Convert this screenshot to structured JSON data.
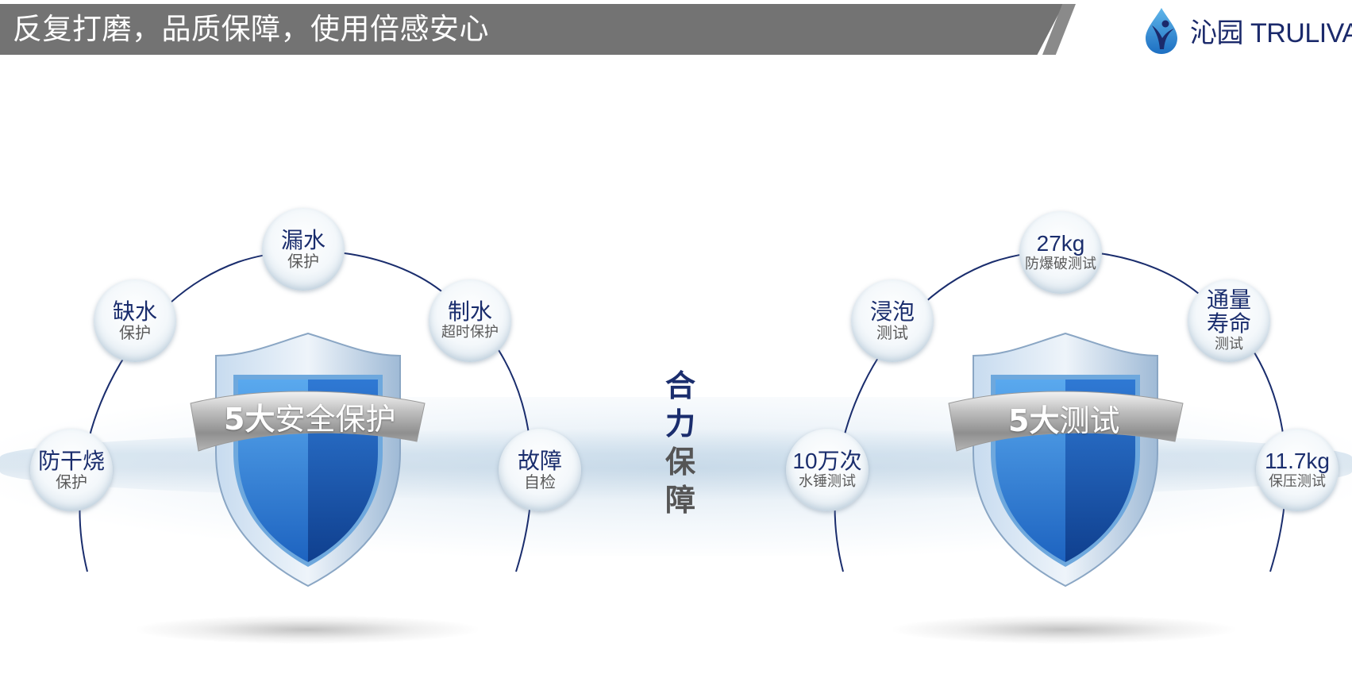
{
  "header": {
    "title": "反复打磨，品质保障，使用倍感安心"
  },
  "logo": {
    "text": "沁园 TRULIVA"
  },
  "center": {
    "chars": [
      "合",
      "力",
      "保",
      "障"
    ]
  },
  "left_shield": {
    "banner_strong": "5大",
    "banner_rest": "安全保护",
    "bubbles": [
      {
        "main": "漏水",
        "sub": "保护"
      },
      {
        "main": "缺水",
        "sub": "保护"
      },
      {
        "main": "制水",
        "sub": "超时保护"
      },
      {
        "main": "防干烧",
        "sub": "保护"
      },
      {
        "main": "故障",
        "sub": "自检"
      }
    ]
  },
  "right_shield": {
    "banner_strong": "5大",
    "banner_rest": "测试",
    "bubbles": [
      {
        "main": "27kg",
        "sub": "防爆破测试"
      },
      {
        "main": "浸泡",
        "sub": "测试"
      },
      {
        "main": "通量",
        "main2": "寿命",
        "sub": "测试"
      },
      {
        "main": "10万次",
        "sub": "水锤测试"
      },
      {
        "main": "11.7kg",
        "sub": "保压测试"
      }
    ]
  },
  "colors": {
    "header_bg": "#737373",
    "brand_navy": "#1a2d6d",
    "shield_blue": "#1f78d1",
    "center_text_top": "#1a2d6d",
    "center_text_bottom": "#555555"
  }
}
